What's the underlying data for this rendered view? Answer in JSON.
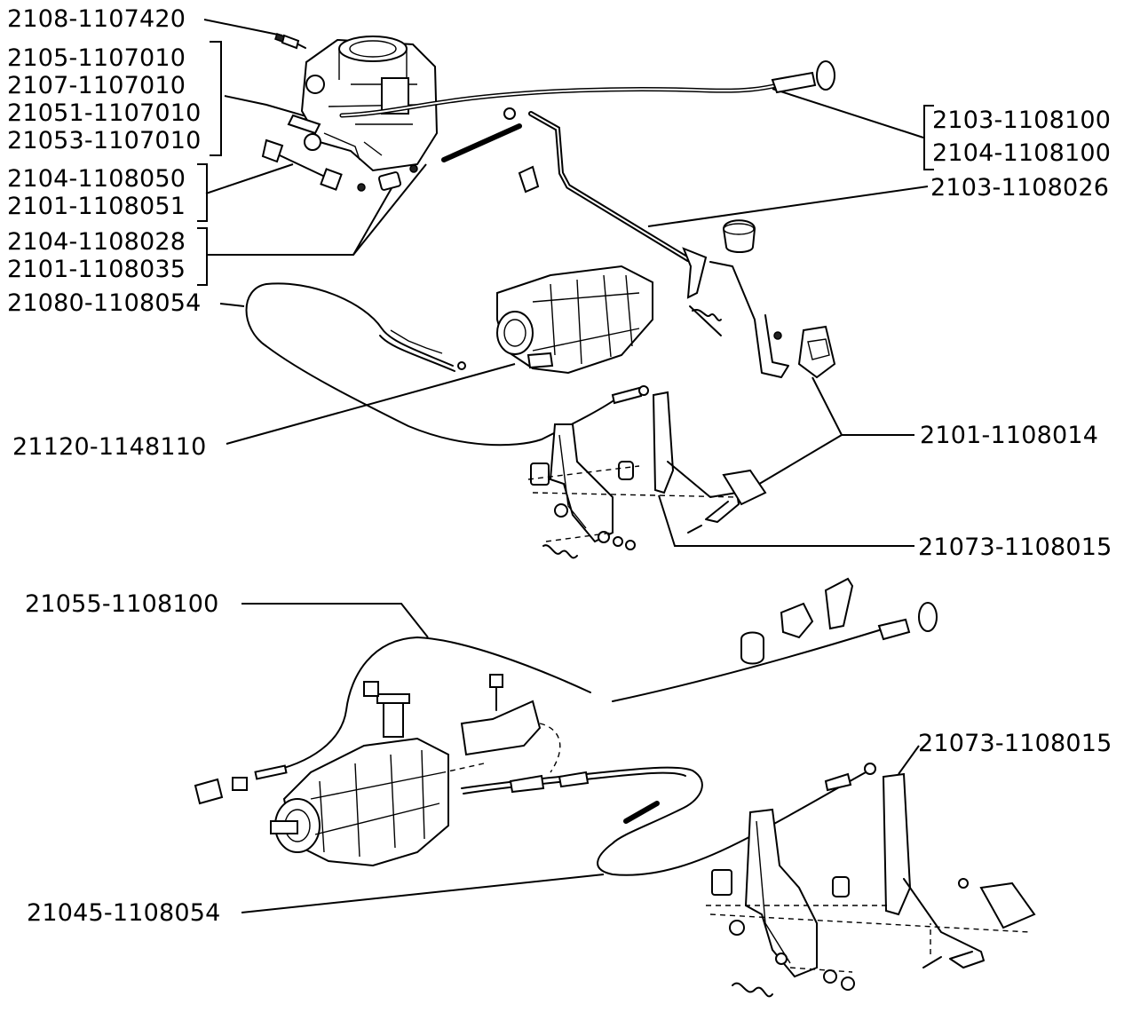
{
  "labels": {
    "l1": "2108-1107420",
    "l2a": "2105-1107010",
    "l2b": "2107-1107010",
    "l2c": "21051-1107010",
    "l2d": "21053-1107010",
    "l3a": "2104-1108050",
    "l3b": "2101-1108051",
    "l4a": "2104-1108028",
    "l4b": "2101-1108035",
    "l5": "21080-1108054",
    "l6": "21120-1148110",
    "r1a": "2103-1108100",
    "r1b": "2104-1108100",
    "r2": "2103-1108026",
    "r3": "2101-1108014",
    "r4": "21073-1108015",
    "m1": "21055-1108100",
    "m2": "21045-1108054",
    "m3": "21073-1108015"
  }
}
